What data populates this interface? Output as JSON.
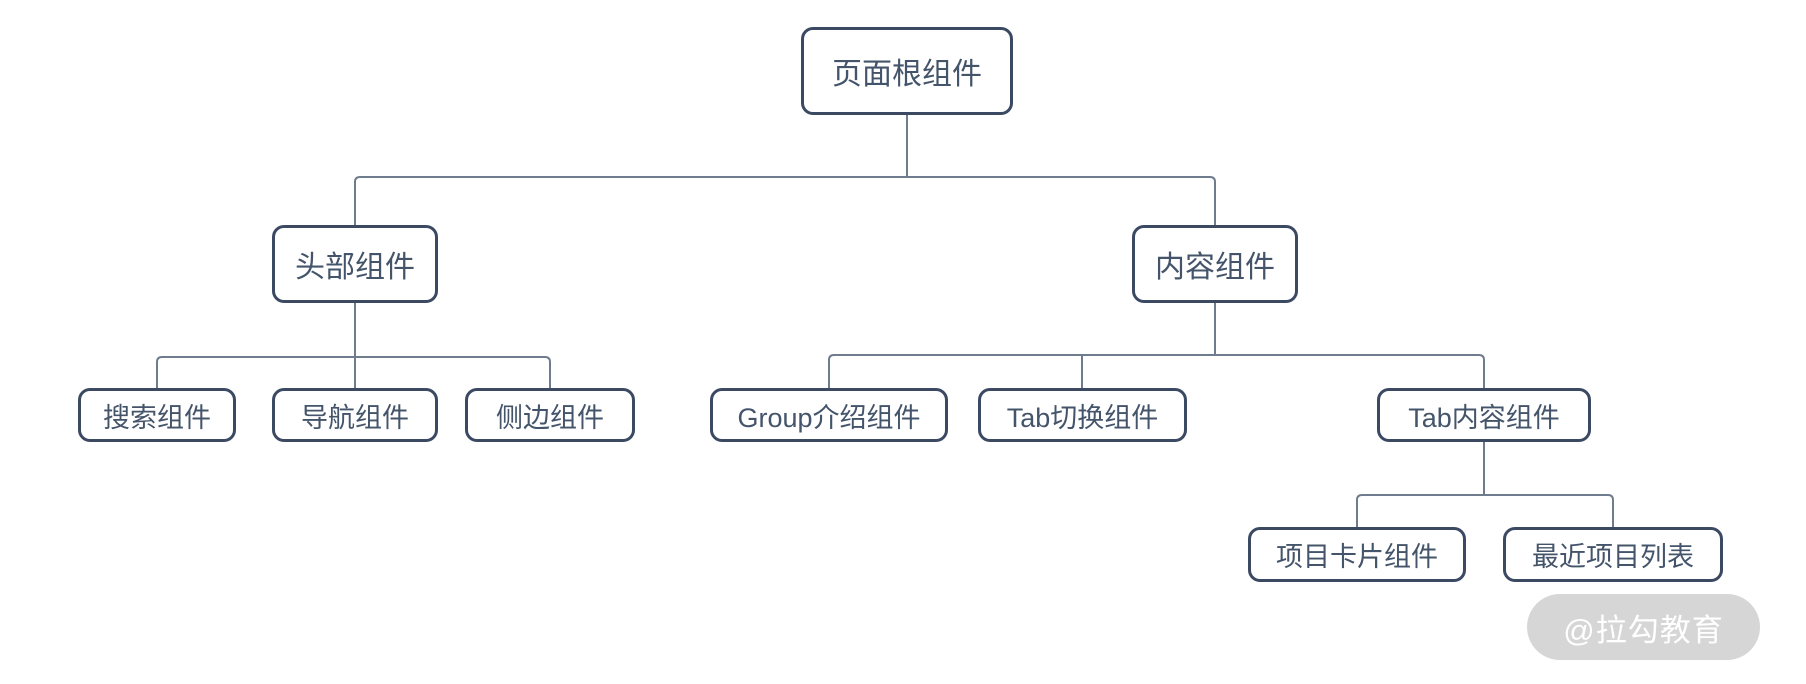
{
  "diagram": {
    "type": "tree",
    "nodes": {
      "root": {
        "label": "页面根组件"
      },
      "header": {
        "label": "头部组件"
      },
      "content": {
        "label": "内容组件"
      },
      "search": {
        "label": "搜索组件"
      },
      "nav": {
        "label": "导航组件"
      },
      "side": {
        "label": "侧边组件"
      },
      "group_intro": {
        "label": "Group介绍组件"
      },
      "tab_switch": {
        "label": "Tab切换组件"
      },
      "tab_content": {
        "label": "Tab内容组件"
      },
      "project_card": {
        "label": "项目卡片组件"
      },
      "recent_list": {
        "label": "最近项目列表"
      }
    },
    "hierarchy": {
      "页面根组件": {
        "头部组件": [
          "搜索组件",
          "导航组件",
          "侧边组件"
        ],
        "内容组件": {
          "Group介绍组件": [],
          "Tab切换组件": [],
          "Tab内容组件": [
            "项目卡片组件",
            "最近项目列表"
          ]
        }
      }
    },
    "colors": {
      "node_border": "#3b4963",
      "node_text": "#44546a",
      "connector": "#6e7c8e",
      "background": "#ffffff",
      "watermark_bg": "#d6d6d6",
      "watermark_text": "#ffffff"
    }
  },
  "watermark": {
    "label": "@拉勾教育"
  }
}
